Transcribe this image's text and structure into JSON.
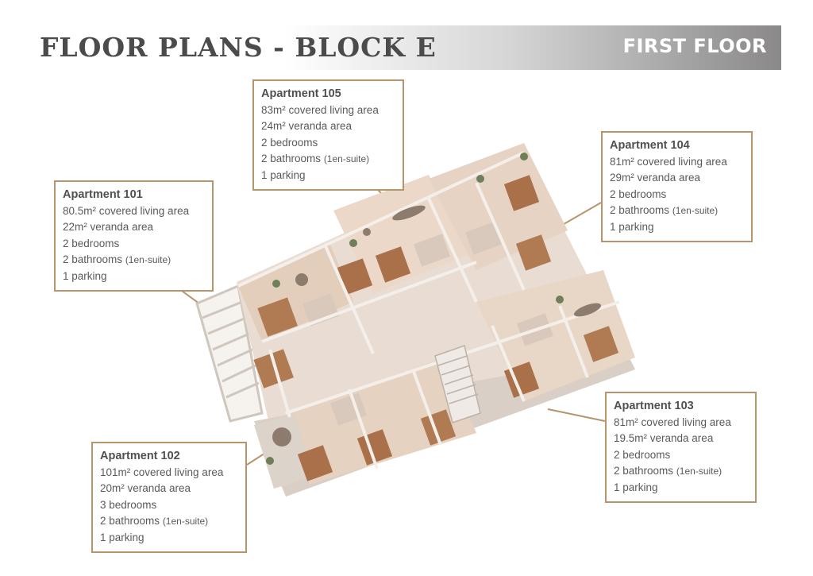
{
  "header": {
    "title": "FLOOR PLANS - BLOCK E",
    "floor": "FIRST FLOOR"
  },
  "colors": {
    "accent_border": "#b8946a",
    "title_text": "#4b4b4b",
    "band_dark": "#8a8888"
  },
  "apartments": {
    "a105": {
      "name": "Apartment 105",
      "living": "83m² covered living area",
      "veranda": "24m² veranda area",
      "bedrooms": "2 bedrooms",
      "bathrooms": "2 bathrooms",
      "bathrooms_note": "(1en-suite)",
      "parking": "1 parking"
    },
    "a104": {
      "name": "Apartment 104",
      "living": "81m² covered living area",
      "veranda": "29m² veranda area",
      "bedrooms": "2 bedrooms",
      "bathrooms": "2 bathrooms",
      "bathrooms_note": "(1en-suite)",
      "parking": "1 parking"
    },
    "a101": {
      "name": "Apartment 101",
      "living": "80.5m² covered living area",
      "veranda": "22m² veranda area",
      "bedrooms": "2 bedrooms",
      "bathrooms": "2 bathrooms",
      "bathrooms_note": "(1en-suite)",
      "parking": "1 parking"
    },
    "a103": {
      "name": "Apartment 103",
      "living": "81m² covered living area",
      "veranda": "19.5m² veranda area",
      "bedrooms": "2 bedrooms",
      "bathrooms": "2 bathrooms",
      "bathrooms_note": "(1en-suite)",
      "parking": "1 parking"
    },
    "a102": {
      "name": "Apartment 102",
      "living": "101m² covered living area",
      "veranda": "20m² veranda area",
      "bedrooms": "3 bedrooms",
      "bathrooms": "2 bathrooms",
      "bathrooms_note": "(1en-suite)",
      "parking": "1 parking"
    }
  }
}
